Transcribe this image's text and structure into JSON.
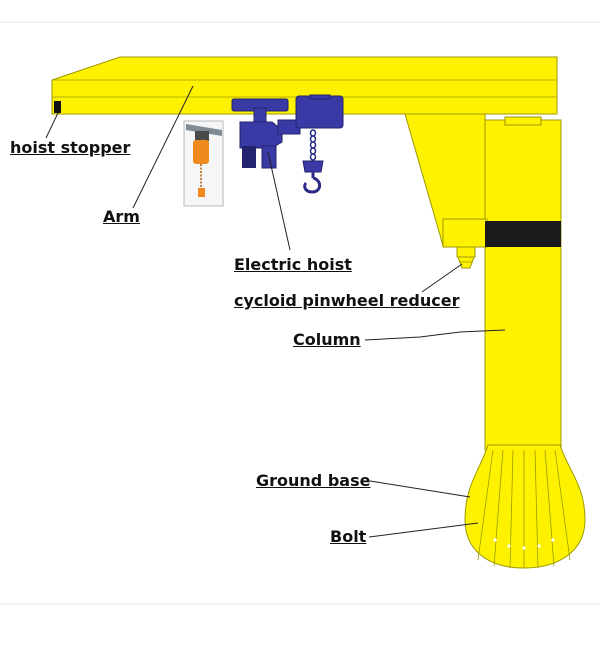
{
  "labels": {
    "hoist_stopper": "hoist stopper",
    "arm": "Arm",
    "electric_hoist": "Electric hoist",
    "reducer": "cycloid pinwheel reducer",
    "column": "Column",
    "ground_base": "Ground base",
    "bolt": "Bolt"
  },
  "colors": {
    "crane_yellow": "#FFF200",
    "outline": "#9c9a00",
    "hoist_blue": "#3a3aa6",
    "hoist_dark": "#23236e",
    "band": "#1a1a1a",
    "stopper": "#111111",
    "orange_hoist": "#f08a1e",
    "leader_line": "#222222"
  }
}
